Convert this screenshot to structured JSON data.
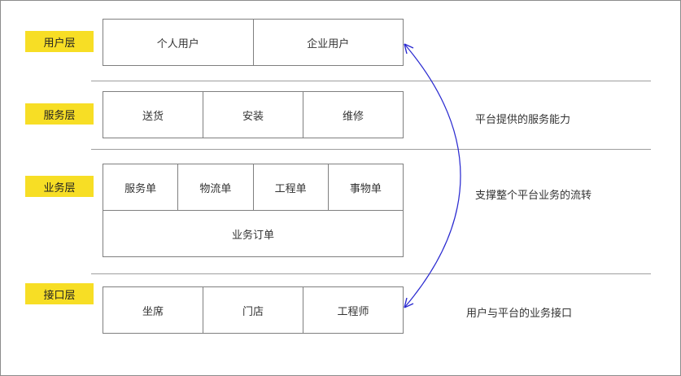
{
  "layers": [
    {
      "tag": "用户层",
      "rows": [
        [
          "个人用户",
          "企业用户"
        ]
      ]
    },
    {
      "tag": "服务层",
      "rows": [
        [
          "送货",
          "安装",
          "维修"
        ]
      ],
      "note": "平台提供的服务能力"
    },
    {
      "tag": "业务层",
      "rows": [
        [
          "服务单",
          "物流单",
          "工程单",
          "事物单"
        ],
        [
          "业务订单"
        ]
      ],
      "note": "支撑整个平台业务的流转"
    },
    {
      "tag": "接口层",
      "rows": [
        [
          "坐席",
          "门店",
          "工程师"
        ]
      ],
      "note": "用户与平台的业务接口"
    }
  ],
  "colors": {
    "tag_bg": "#f7de25",
    "arrow": "#2a2ad0",
    "border": "#7f7f7f"
  }
}
